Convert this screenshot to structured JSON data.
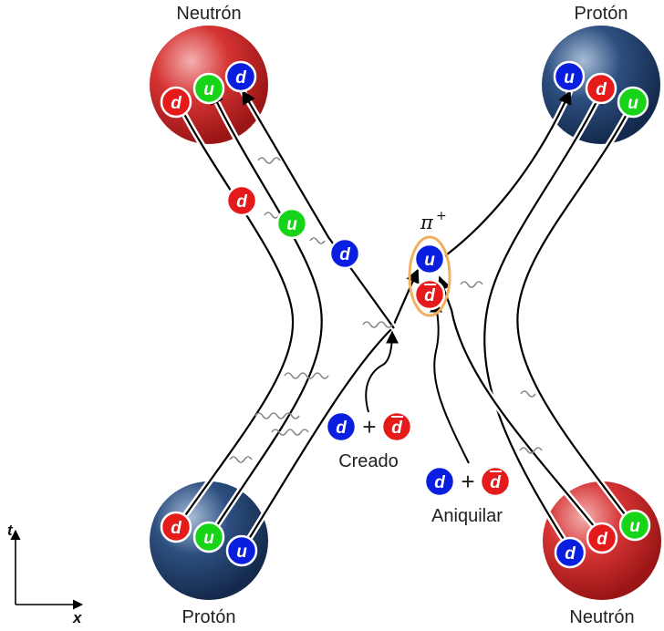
{
  "labels": {
    "top_left": "Neutrón",
    "top_right": "Protón",
    "bottom_left": "Protón",
    "bottom_right": "Neutrón",
    "pion": "π",
    "pion_charge": "+",
    "created": "Creado",
    "annihilate": "Aniquilar",
    "plus": "+"
  },
  "axes": {
    "t": "t",
    "x": "x"
  },
  "quarks": {
    "u": "u",
    "d": "d"
  },
  "colors": {
    "neutron": "#d42a2a",
    "proton": "#1f3e6e",
    "quark_red": "#e51b1b",
    "quark_blue": "#0a1ee0",
    "quark_green": "#18d418",
    "ring": "#f0b060",
    "gluon": "#8a8a8a"
  }
}
